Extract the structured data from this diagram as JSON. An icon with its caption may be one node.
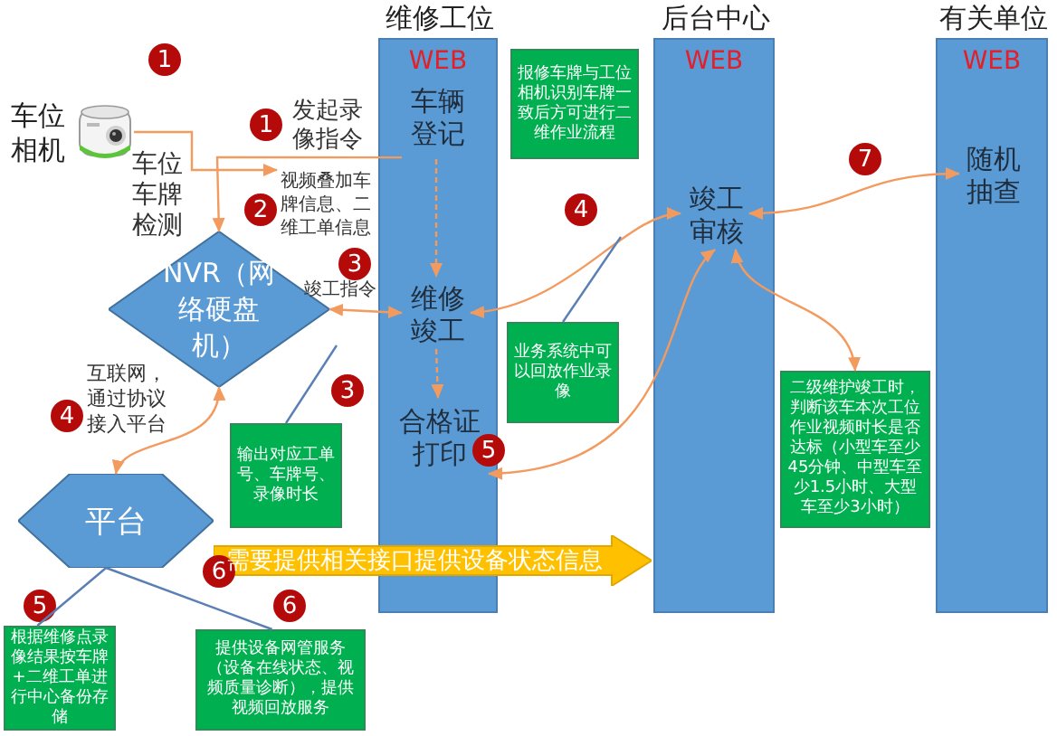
{
  "diagram": {
    "nodes": [
      {
        "text": [
          "维修工位",
          "WEB"
        ]
      },
      {
        "text": [
          "车辆登记"
        ],
        "in": 0
      },
      {
        "text": [
          "维修竣工"
        ],
        "in": 0
      },
      {
        "text": [
          "合格证打印"
        ],
        "in": 0
      },
      {
        "text": [
          "后台中心",
          "WEB"
        ]
      },
      {
        "text": [
          "竣工审核"
        ],
        "in": 4
      },
      {
        "text": [
          "有关单位",
          "WEB"
        ]
      },
      {
        "text": [
          "随机抽查"
        ],
        "in": 6
      },
      {
        "text": [],
        "shape": "picture",
        "beside": [
          "车位相机"
        ]
      },
      {
        "text": [
          "NVR（网络硬盘机）"
        ]
      },
      {
        "text": [
          "平台"
        ]
      },
      {
        "text": [
          "报修车牌与工位相机识别车牌一致后方可进行二维作业流程"
        ]
      },
      {
        "text": [
          "输出对应工单号、车牌号、录像时长"
        ]
      },
      {
        "text": [
          "业务系统中可以回放作业录像"
        ]
      },
      {
        "text": [
          "二级维护竣工时，判断该车本次工位作业视频时长是否达标（小型车至少45分钟、中型车至少1.5小时、大型车至少3小时）"
        ]
      },
      {
        "text": [
          "根据维修点录像结果按车牌+二维工单进行中心备份存储"
        ]
      },
      {
        "text": [
          "提供设备网管服务（设备在线状态、视频质量诊断），提供视频回放服务"
        ]
      },
      {
        "text": [
          "需要提供相关接口提供设备状态信息"
        ]
      },
      {
        "text": [
          "视频叠加车牌信息、二维工单信息"
        ]
      }
    ],
    "edges": [
      {
        "from": 1,
        "to": 9,
        "arrow": "to",
        "label": "发起录像指令"
      },
      {
        "from": 1,
        "to": 2,
        "arrow": "to",
        "style": "dashed"
      },
      {
        "from": 2,
        "to": 3,
        "arrow": "to",
        "style": "dashed"
      },
      {
        "from": 9,
        "to": 2,
        "arrow": "both",
        "label": "竣工指令"
      },
      {
        "from": 5,
        "to": 2,
        "arrow": "both"
      },
      {
        "from": 3,
        "to": 5,
        "arrow": "both"
      },
      {
        "from": 5,
        "to": 7,
        "arrow": "both"
      },
      {
        "from": 5,
        "to": 14,
        "arrow": "both"
      },
      {
        "from": 9,
        "to": 10,
        "arrow": "both",
        "label": "互联网，通过协议接入平台"
      },
      {
        "from": 8,
        "to": 18,
        "arrow": "to"
      },
      {
        "from": 12,
        "to": null,
        "arrow": "none",
        "color": "#5a7fb5"
      },
      {
        "from": 13,
        "to": null,
        "arrow": "none",
        "color": "#5a7fb5"
      },
      {
        "from": 10,
        "to": 15,
        "arrow": "none",
        "color": "#5a7fb5"
      },
      {
        "from": 10,
        "to": 16,
        "arrow": "none",
        "color": "#5a7fb5"
      }
    ],
    "labels": [
      "1",
      "1",
      "车位车牌检测",
      "2",
      "4",
      "3",
      "7",
      "3",
      "4",
      "5",
      "6",
      "5",
      "6"
    ]
  }
}
